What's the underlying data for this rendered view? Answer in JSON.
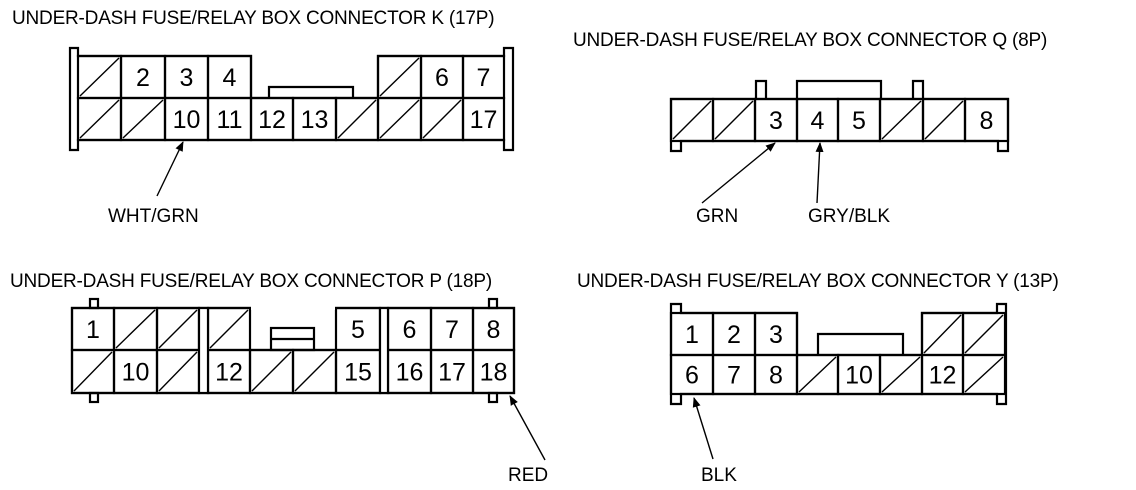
{
  "connectors": [
    {
      "id": "K",
      "title": "UNDER-DASH FUSE/RELAY BOX CONNECTOR K (17P)",
      "rows": [
        [
          "",
          "2",
          "3",
          "4",
          null,
          null,
          null,
          "",
          "6",
          "7"
        ],
        [
          "",
          "",
          "10",
          "11",
          "12",
          "13",
          "",
          "",
          "",
          "17"
        ]
      ],
      "callouts": [
        {
          "pin": "10",
          "wire_color": "WHT/GRN"
        }
      ]
    },
    {
      "id": "Q",
      "title": "UNDER-DASH FUSE/RELAY BOX CONNECTOR Q (8P)",
      "rows": [
        [
          "",
          "",
          "3",
          "4",
          "5",
          "",
          "",
          "8"
        ]
      ],
      "callouts": [
        {
          "pin": "3",
          "wire_color": "GRN"
        },
        {
          "pin": "4",
          "wire_color": "GRY/BLK"
        }
      ]
    },
    {
      "id": "P",
      "title": "UNDER-DASH FUSE/RELAY BOX CONNECTOR P (18P)",
      "rows": [
        [
          "1",
          "",
          "",
          "",
          null,
          null,
          "5",
          "6",
          "7",
          "8"
        ],
        [
          "",
          "10",
          "",
          "12",
          "",
          "",
          "15",
          "16",
          "17",
          "18"
        ]
      ],
      "callouts": [
        {
          "pin": "18",
          "wire_color": "RED"
        }
      ]
    },
    {
      "id": "Y",
      "title": "UNDER-DASH FUSE/RELAY BOX CONNECTOR Y (13P)",
      "rows": [
        [
          "1",
          "2",
          "3",
          null,
          null,
          null,
          "",
          ""
        ],
        [
          "6",
          "7",
          "8",
          "",
          "10",
          "",
          "12",
          ""
        ]
      ],
      "callouts": [
        {
          "pin": "6",
          "wire_color": "BLK"
        }
      ]
    }
  ]
}
